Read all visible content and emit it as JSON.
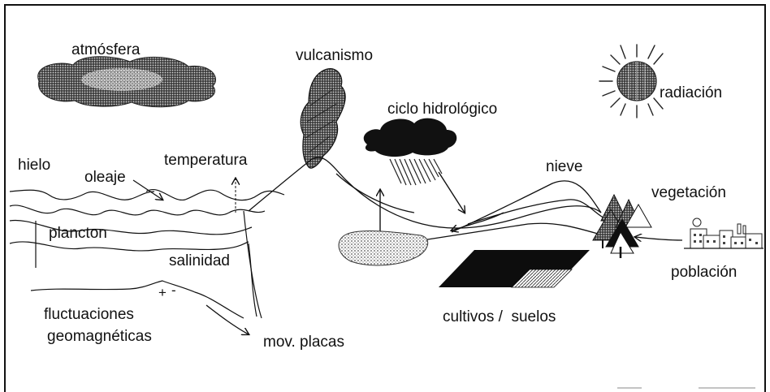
{
  "labels": {
    "atmosfera": "atmósfera",
    "vulcanismo": "vulcanismo",
    "radiacion": "radiación",
    "ciclo": "ciclo hidrológico",
    "hielo": "hielo",
    "oleaje": "oleaje",
    "temperatura": "temperatura",
    "nieve": "nieve",
    "vegetacion": "vegetación",
    "plancton": "plancton",
    "salinidad": "salinidad",
    "poblacion": "población",
    "fluctuaciones_1": "fluctuaciones",
    "fluctuaciones_2": "geomagnéticas",
    "mov_placas": "mov. placas",
    "cultivos": "cultivos /  suelos",
    "plus": "+",
    "minus": "-"
  },
  "icons": {
    "cloud": "atmosphere-cloud-icon",
    "volcano": "volcano-plume-icon",
    "sun": "sun-icon",
    "rain": "rain-cloud-icon",
    "lake": "lake-icon",
    "field": "crop-field-icon",
    "trees": "trees-icon",
    "city": "city-icon"
  },
  "colors": {
    "ink": "#111111",
    "paper": "#ffffff",
    "stipple": "#8a8a8a"
  }
}
